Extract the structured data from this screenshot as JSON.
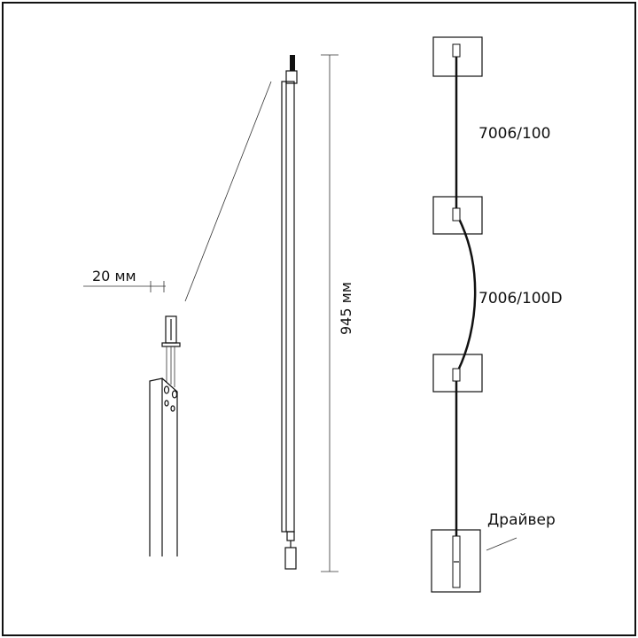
{
  "labels": {
    "width_dim": "20 мм",
    "length_dim": "945 мм",
    "model_1": "7006/100",
    "model_2": "7006/100D",
    "driver": "Драйвер"
  },
  "colors": {
    "line": "#111111",
    "background": "#ffffff"
  }
}
